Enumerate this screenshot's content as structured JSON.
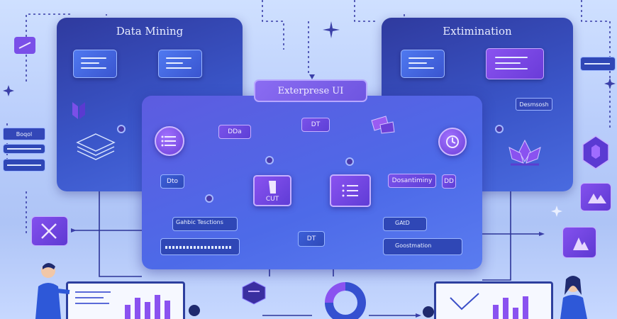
{
  "panels": {
    "left_title": "Data Mining",
    "right_title": "Extimination"
  },
  "center": {
    "title": "Exterprese UI",
    "chip_top": "DT",
    "chip_left": "Dto",
    "chip_top_left": "DDa",
    "chip_mid": "DT",
    "chip_right": "Dosantiminy",
    "chip_right_top": "DD",
    "main_node_label": "CUT",
    "bar_bottom_left": "Gahbic Tesctions",
    "bar_bottom_right": "Goostmation",
    "bar_right_top": "GAtD"
  },
  "left_side": {
    "chip_label": "Boqol"
  },
  "right_side": {
    "chip_label": "Desmsosh"
  },
  "colors": {
    "accent_purple": "#7a52ea",
    "accent_blue": "#3c5fd8",
    "panel_dark": "#2f3a9e",
    "background": "#c3d5fd"
  },
  "icons": [
    "flag-icon",
    "layers-icon",
    "list-icon",
    "document-icon",
    "chat-icon",
    "target-icon",
    "lotus-icon",
    "shield-icon",
    "tools-icon",
    "triangles-icon",
    "cube-icon",
    "person-icon",
    "bar-chart-icon",
    "donut-icon"
  ]
}
